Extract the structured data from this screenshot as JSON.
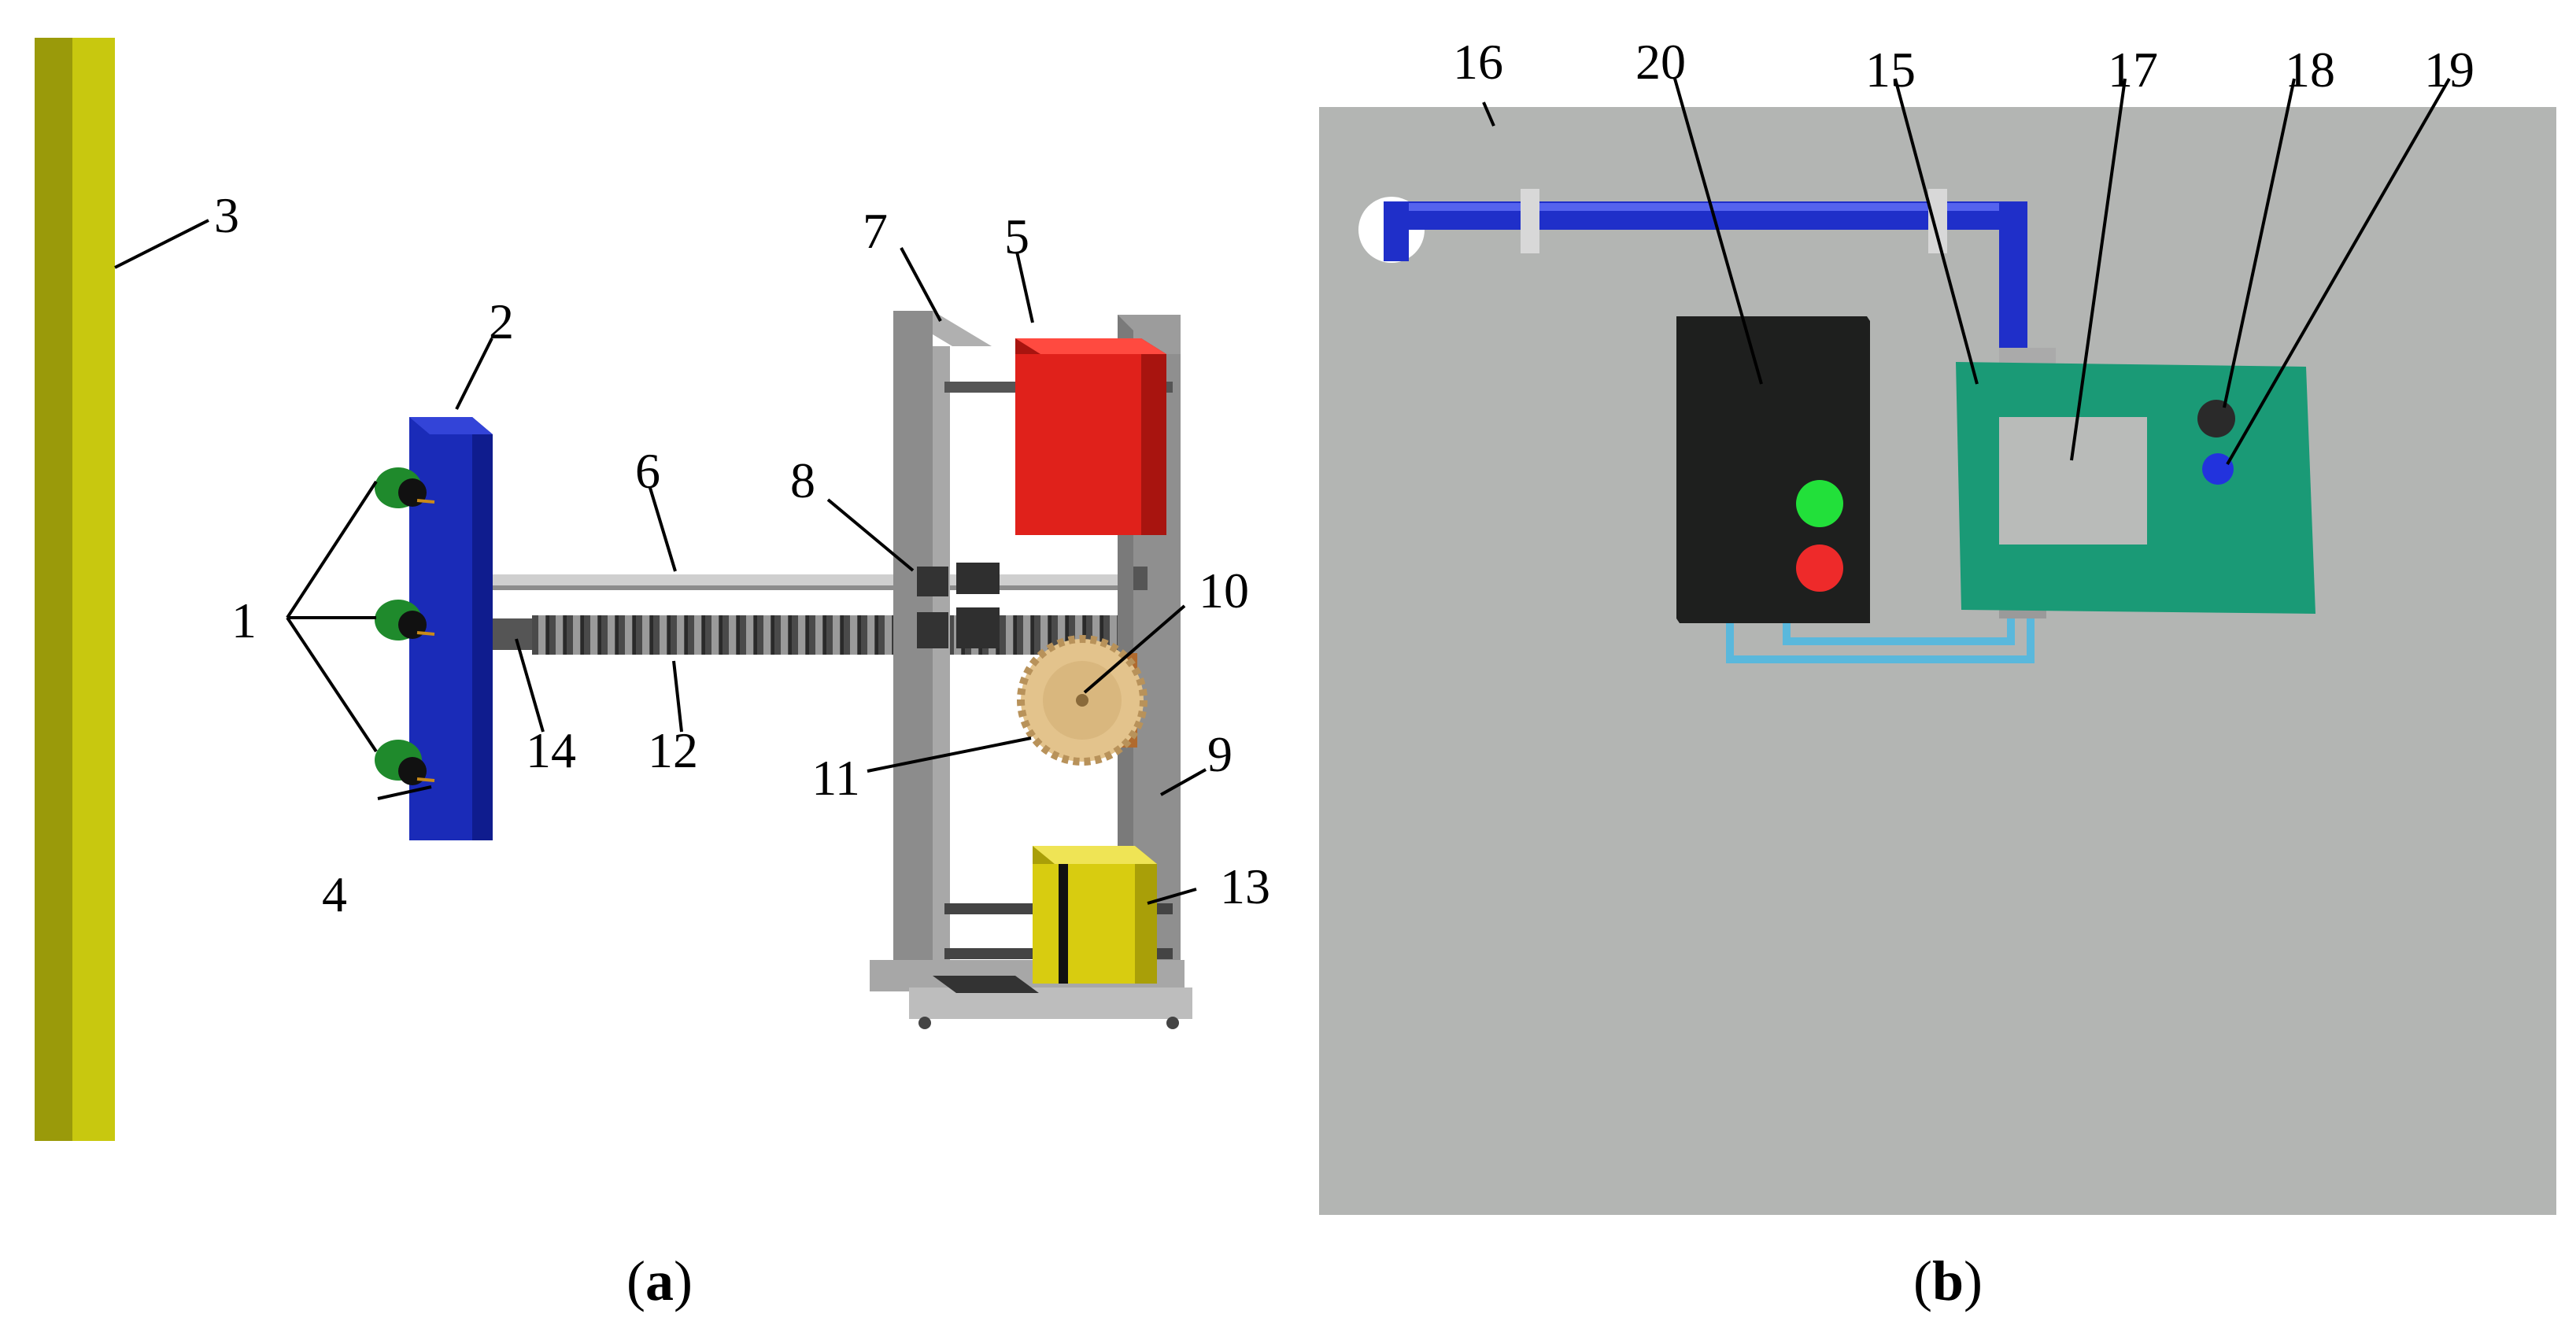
{
  "panels": {
    "a": {
      "caption_open": "(",
      "caption_letter": "a",
      "caption_close": ")",
      "labels": [
        "1",
        "2",
        "3",
        "4",
        "5",
        "6",
        "7",
        "8",
        "9",
        "10",
        "11",
        "12",
        "13",
        "14"
      ]
    },
    "b": {
      "caption_open": "(",
      "caption_letter": "b",
      "caption_close": ")",
      "labels": [
        "15",
        "16",
        "17",
        "18",
        "19",
        "20"
      ]
    }
  },
  "colors": {
    "post": "#c8c80f",
    "post_shade": "#9a9a0a",
    "plate": "#1a2bb8",
    "sensor": "#1f8a2c",
    "frame": "#8c8c8c",
    "red_box": "#e0211b",
    "yellow_box": "#d8cc10",
    "gear": "#e3c38c",
    "panel_bg": "#b3b5b3",
    "pipe": "#1f2fc9",
    "control_box": "#1e1f1e",
    "green_button": "#22e03a",
    "red_button": "#ee2a2a",
    "teal_box": "#1a9a76",
    "screen": "#b9bbb9",
    "knob_dark": "#2a2a2a",
    "knob_blue": "#2233dd",
    "cable": "#5ab8dc"
  }
}
